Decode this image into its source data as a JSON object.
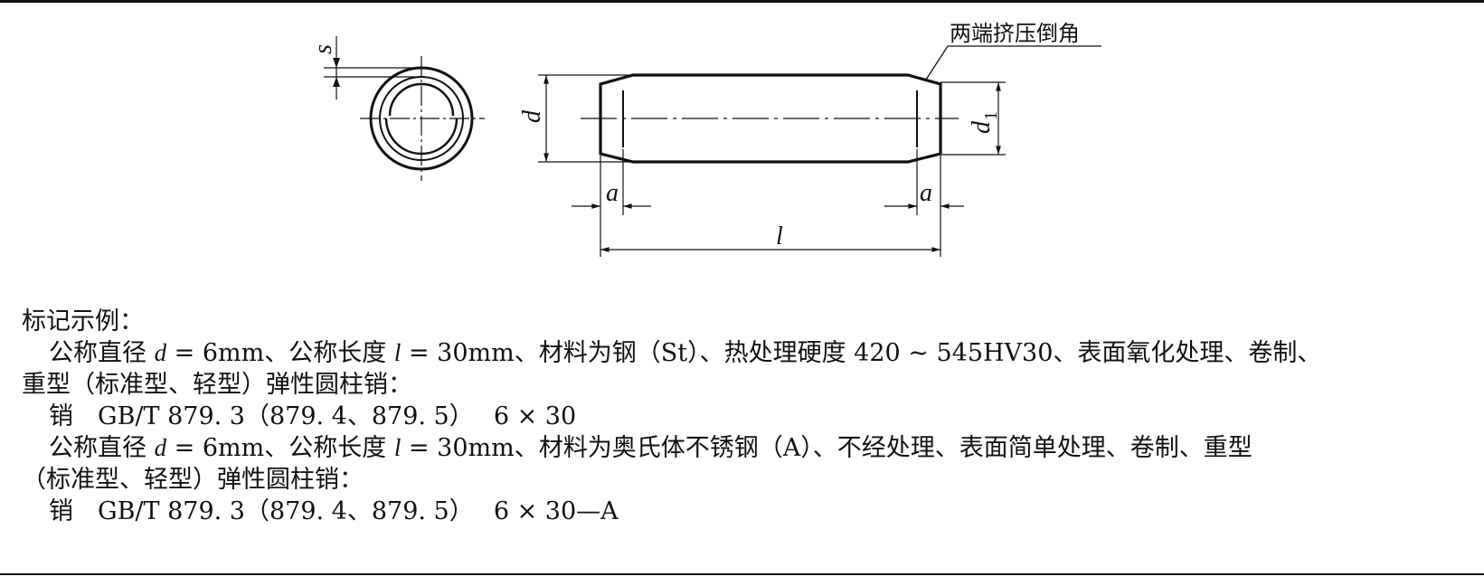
{
  "drawing": {
    "chamfer_note": "两端挤压倒角",
    "labels": {
      "s": "s",
      "d": "d",
      "d1_main": "d",
      "d1_sub": "1",
      "a_left": "a",
      "a_right": "a",
      "l": "l"
    }
  },
  "text": {
    "heading": "标记示例：",
    "ex1": {
      "p1_a": "公称直径 ",
      "p1_d": "d",
      "p1_b": " = 6mm、公称长度 ",
      "p1_l": "l",
      "p1_c": " = 30mm、材料为钢（St）、热处理硬度 420 ~ 545HV30、表面氧化处理、卷制、",
      "p2": "重型（标准型、轻型）弹性圆柱销：",
      "mark": "销　GB/T 879. 3（879. 4、879. 5）　 6 × 30"
    },
    "ex2": {
      "p1_a": "公称直径 ",
      "p1_d": "d",
      "p1_b": " = 6mm、公称长度 ",
      "p1_l": "l",
      "p1_c": " = 30mm、材料为奥氏体不锈钢（A）、不经处理、表面简单处理、卷制、重型",
      "p2": "（标准型、轻型）弹性圆柱销：",
      "mark": "销　GB/T 879. 3（879. 4、879. 5）　 6 × 30—A"
    }
  }
}
